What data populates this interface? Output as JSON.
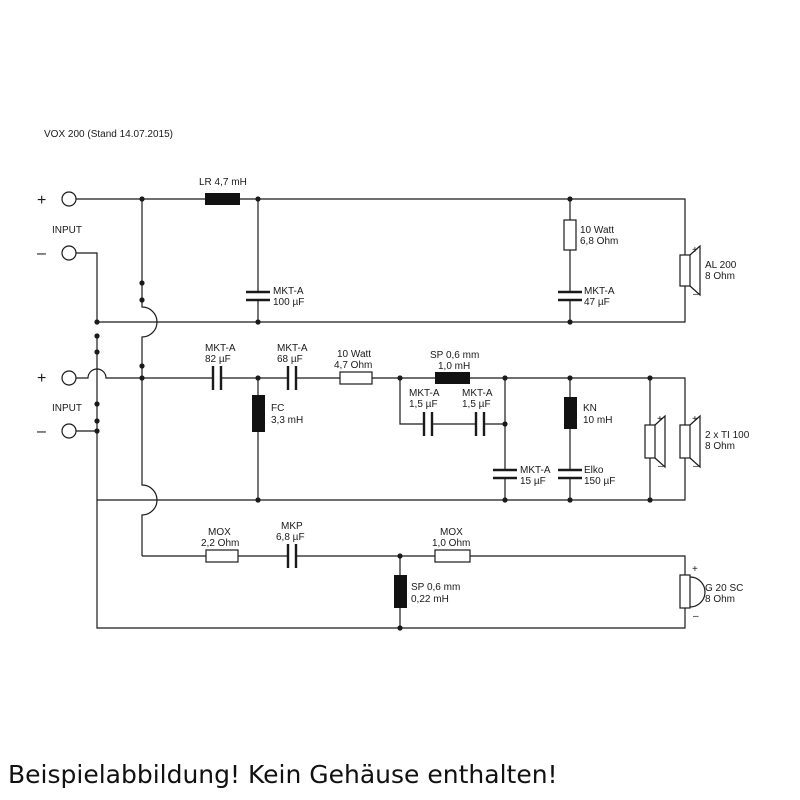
{
  "title": "VOX 200 (Stand 14.07.2015)",
  "caption": "Beispielabbildung! Kein Gehäuse enthalten!",
  "inputs": {
    "input1_label": "INPUT",
    "input2_label": "INPUT",
    "plus": "+",
    "minus": "–"
  },
  "section1": {
    "l1": {
      "name": "LR 4,7 mH"
    },
    "c1": {
      "name": "MKT-A",
      "value": "100 µF"
    },
    "r1": {
      "name": "10 Watt",
      "value": "6,8 Ohm"
    },
    "c2": {
      "name": "MKT-A",
      "value": "47 µF"
    },
    "speaker": {
      "name": "AL 200",
      "value": "8 Ohm"
    }
  },
  "section2": {
    "c1": {
      "name": "MKT-A",
      "value": "82 µF"
    },
    "c2": {
      "name": "MKT-A",
      "value": "68 µF"
    },
    "l1": {
      "name": "FC",
      "value": "3,3 mH"
    },
    "r1": {
      "name": "10 Watt",
      "value": "4,7 Ohm"
    },
    "l2": {
      "name": "SP 0,6 mm",
      "value": "1,0 mH"
    },
    "c3": {
      "name": "MKT-A",
      "value": "1,5 µF"
    },
    "c4": {
      "name": "MKT-A",
      "value": "1,5 µF"
    },
    "l3": {
      "name": "KN",
      "value": "10 mH"
    },
    "c5": {
      "name": "MKT-A",
      "value": "15 µF"
    },
    "c6": {
      "name": "Elko",
      "value": "150 µF"
    },
    "speaker": {
      "name": "2 x TI 100",
      "value": "8 Ohm"
    }
  },
  "section3": {
    "r1": {
      "name": "MOX",
      "value": "2,2 Ohm"
    },
    "c1": {
      "name": "MKP",
      "value": "6,8 µF"
    },
    "r2": {
      "name": "MOX",
      "value": "1,0 Ohm"
    },
    "l1": {
      "name": "SP 0,6 mm",
      "value": "0,22 mH"
    },
    "speaker": {
      "name": "G 20 SC",
      "value": "8 Ohm"
    }
  }
}
